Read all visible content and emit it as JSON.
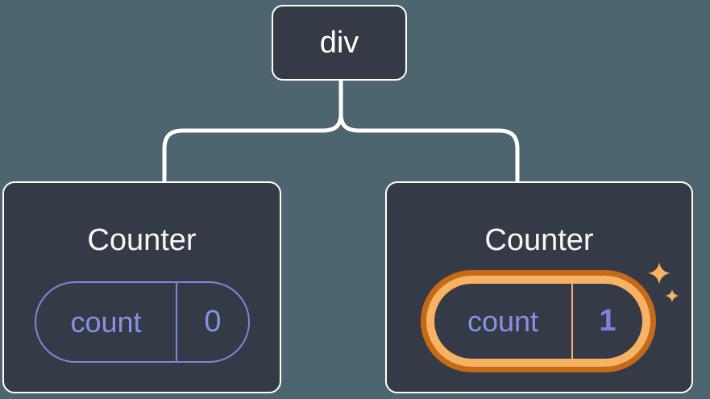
{
  "diagram": {
    "description": "Component tree with a div root and two Counter children showing preserved state",
    "root": {
      "label": "div"
    },
    "children": [
      {
        "title": "Counter",
        "state": {
          "key": "count",
          "value": "0"
        },
        "highlighted": false
      },
      {
        "title": "Counter",
        "state": {
          "key": "count",
          "value": "1"
        },
        "highlighted": true
      }
    ]
  },
  "colors": {
    "background": "#4D656E",
    "node_fill": "#343A46",
    "node_border": "#FFFFFF",
    "connector": "#FFFFFF",
    "title_text": "#F6F7F9",
    "state_purple": "#8A90E3",
    "state_purple_border": "#7E86DC",
    "highlight_outer_orange": "#C76A15",
    "highlight_inner_orange": "#F8B264",
    "sparkle": "#F8B264"
  }
}
